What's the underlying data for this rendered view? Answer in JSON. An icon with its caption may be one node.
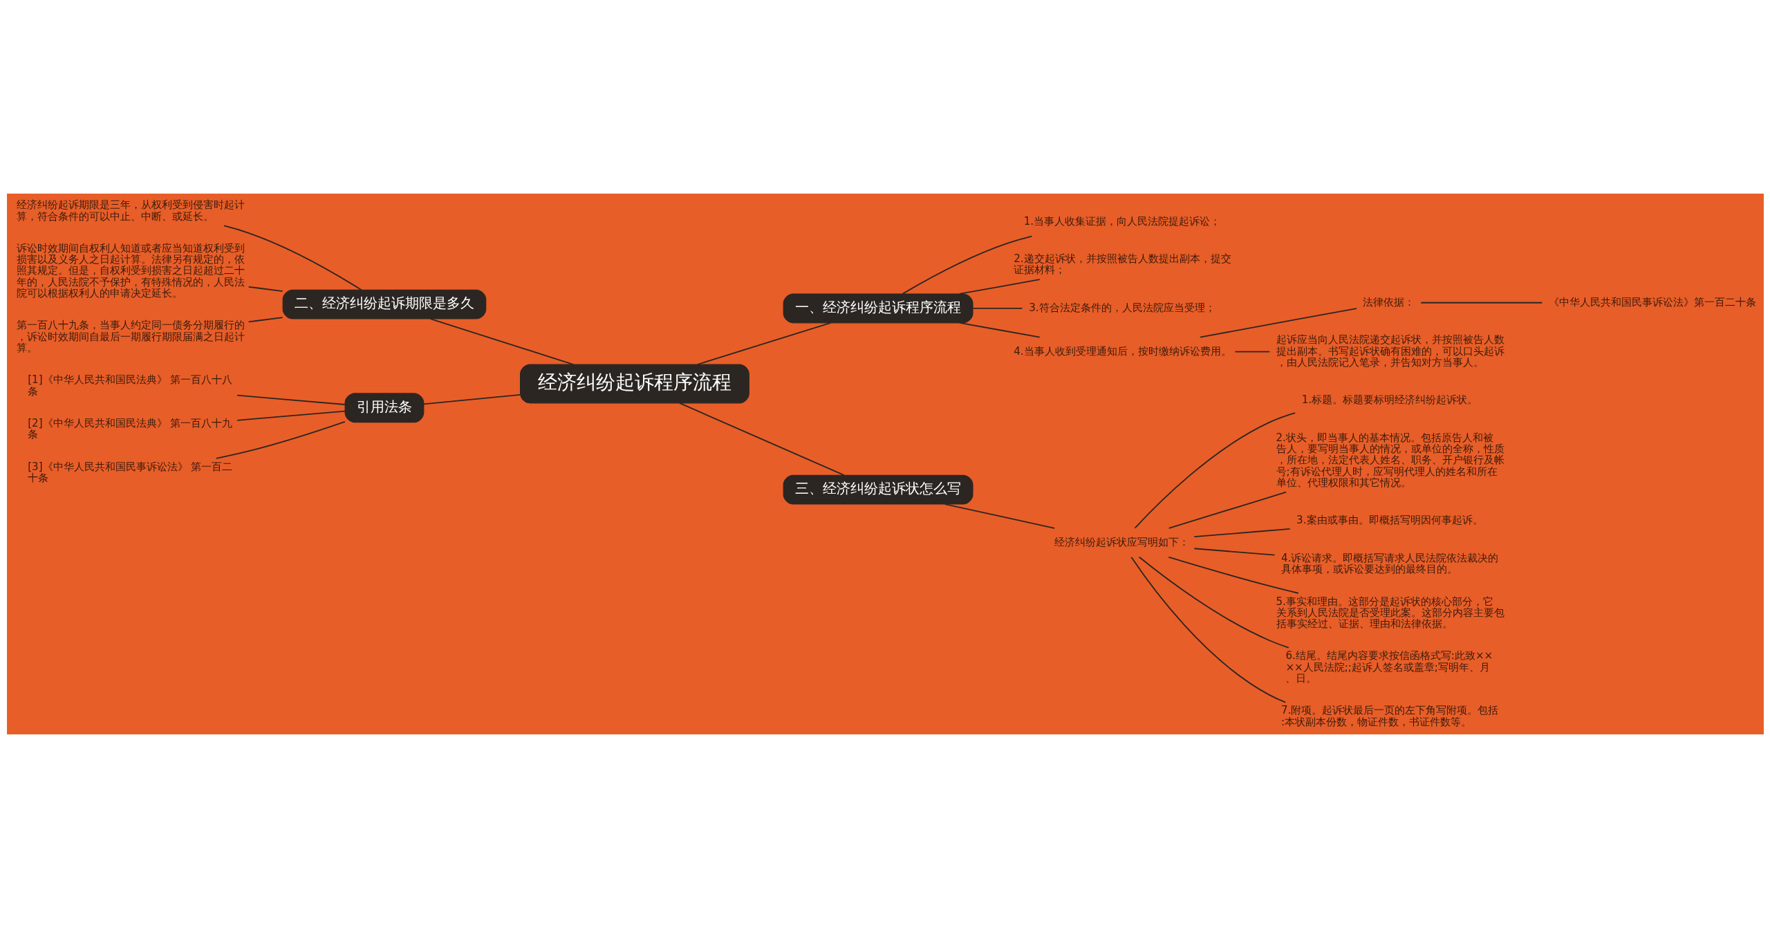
{
  "diagram": {
    "nodes": [
      {
        "text": [
          "经济纠纷起诉程序流程"
        ]
      },
      {
        "text": [
          "一、经济纠纷起诉程序流程"
        ]
      },
      {
        "text": [
          "1.当事人收集证据，向人民法院提起诉讼；"
        ]
      },
      {
        "text": [
          "2.递交起诉状，并按照被告人数提出副本，提交证据材料；"
        ]
      },
      {
        "text": [
          "3.符合法定条件的，人民法院应当受理；"
        ]
      },
      {
        "text": [
          "4.当事人收到受理通知后，按时缴纳诉讼费用。"
        ]
      },
      {
        "text": [
          "法律依据："
        ]
      },
      {
        "text": [
          "《中华人民共和国民事诉讼法》第一百二十条"
        ]
      },
      {
        "text": [
          "起诉应当向人民法院递交起诉状，并按照被告人数提出副本。书写起诉状确有困难的，可以口头起诉，由人民法院记入笔录，并告知对方当事人。"
        ]
      },
      {
        "text": [
          "二、经济纠纷起诉期限是多久"
        ]
      },
      {
        "text": [
          "经济纠纷起诉期限是三年，从权利受到侵害时起计算，符合条件的可以中止、中断、或延长。"
        ]
      },
      {
        "text": [
          "诉讼时效期间自权利人知道或者应当知道权利受到损害以及义务人之日起计算。法律另有规定的，依照其规定。但是，自权利受到损害之日起超过二十年的，人民法院不予保护，有特殊情况的，人民法院可以根据权利人的申请决定延长。"
        ]
      },
      {
        "text": [
          "第一百八十九条，当事人约定同一债务分期履行的，诉讼时效期间自最后一期履行期限届满之日起计算。"
        ]
      },
      {
        "text": [
          "引用法条"
        ]
      },
      {
        "text": [
          "[1]《中华人民共和国民法典》 第一百八十八条"
        ]
      },
      {
        "text": [
          "[2]《中华人民共和国民法典》 第一百八十九条"
        ]
      },
      {
        "text": [
          "[3]《中华人民共和国民事诉讼法》 第一百二十条"
        ]
      },
      {
        "text": [
          "三、经济纠纷起诉状怎么写"
        ]
      },
      {
        "text": [
          "经济纠纷起诉状应写明如下："
        ]
      },
      {
        "text": [
          "1.标题。标题要标明经济纠纷起诉状。"
        ]
      },
      {
        "text": [
          "2.状头，即当事人的基本情况。包括原告人和被告人，要写明当事人的情况，或单位的全称，性质，所在地，法定代表人姓名、职务、开户银行及帐号;有诉讼代理人时，应写明代理人的姓名和所在单位、代理权限和其它情况。"
        ]
      },
      {
        "text": [
          "3.案由或事由。即概括写明因何事起诉。"
        ]
      },
      {
        "text": [
          "4.诉讼请求。即概括写请求人民法院依法裁决的具体事项，或诉讼要达到的最终目的。"
        ]
      },
      {
        "text": [
          "5.事实和理由。这部分是起诉状的核心部分，它关系到人民法院是否受理此案。这部分内容主要包括事实经过、证据、理由和法律依据。"
        ]
      },
      {
        "text": [
          "6.结尾。结尾内容要求按信函格式写:此致××××人民法院;;起诉人签名或盖章;写明年、月、日。"
        ]
      },
      {
        "text": [
          "7.附项。起诉状最后一页的左下角写附项。包括:本状副本份数，物证件数，书证件数等。"
        ]
      }
    ],
    "edges": [
      {
        "from": 0,
        "to": 1,
        "arrow": "none"
      },
      {
        "from": 1,
        "to": 2,
        "arrow": "none"
      },
      {
        "from": 1,
        "to": 3,
        "arrow": "none"
      },
      {
        "from": 1,
        "to": 4,
        "arrow": "none"
      },
      {
        "from": 1,
        "to": 5,
        "arrow": "none"
      },
      {
        "from": 5,
        "to": 6,
        "arrow": "none"
      },
      {
        "from": 6,
        "to": 7,
        "arrow": "none"
      },
      {
        "from": 5,
        "to": 8,
        "arrow": "none"
      },
      {
        "from": 0,
        "to": 9,
        "arrow": "none"
      },
      {
        "from": 9,
        "to": 10,
        "arrow": "none"
      },
      {
        "from": 9,
        "to": 11,
        "arrow": "none"
      },
      {
        "from": 9,
        "to": 12,
        "arrow": "none"
      },
      {
        "from": 0,
        "to": 13,
        "arrow": "none"
      },
      {
        "from": 13,
        "to": 14,
        "arrow": "none"
      },
      {
        "from": 13,
        "to": 15,
        "arrow": "none"
      },
      {
        "from": 13,
        "to": 16,
        "arrow": "none"
      },
      {
        "from": 0,
        "to": 17,
        "arrow": "none"
      },
      {
        "from": 17,
        "to": 18,
        "arrow": "none"
      },
      {
        "from": 18,
        "to": 19,
        "arrow": "none"
      },
      {
        "from": 18,
        "to": 20,
        "arrow": "none"
      },
      {
        "from": 18,
        "to": 21,
        "arrow": "none"
      },
      {
        "from": 18,
        "to": 22,
        "arrow": "none"
      },
      {
        "from": 18,
        "to": 23,
        "arrow": "none"
      },
      {
        "from": 18,
        "to": 24,
        "arrow": "none"
      },
      {
        "from": 18,
        "to": 25,
        "arrow": "none"
      }
    ]
  }
}
